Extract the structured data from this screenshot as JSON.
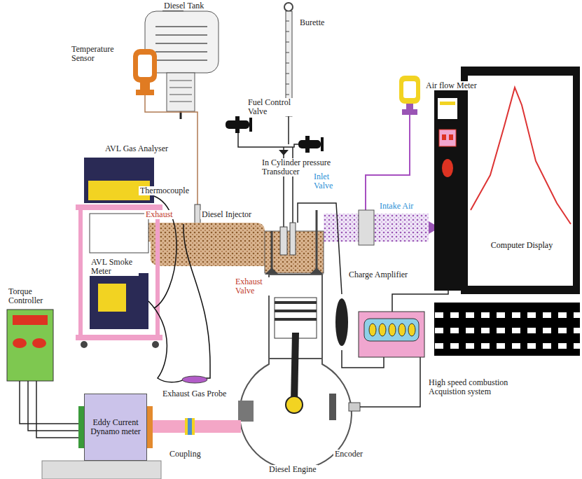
{
  "diagram": {
    "nodes": [
      {
        "text": [
          "Computer Display"
        ]
      },
      {
        "text": [
          "Eddy Current Dynamo meter"
        ]
      }
    ],
    "labels": [
      "Diesel Tank",
      "Burette",
      "Fuel Control Valve",
      "Temperature Sensor",
      "Air flow Meter",
      "In Cylinder pressure Transducer",
      "Thermocouple",
      "Inlet Valve",
      "AVL Gas Analyser",
      "Exhaust",
      "Diesel Injector",
      "Intake Air",
      "Exhaust Valve",
      "Charge Amplifier",
      "AVL Smoke Meter",
      "Torque Controller",
      "Exhaust Gas Probe",
      "High speed combustion Acquistion system",
      "Coupling",
      "Encoder",
      "Diesel Engine"
    ]
  }
}
